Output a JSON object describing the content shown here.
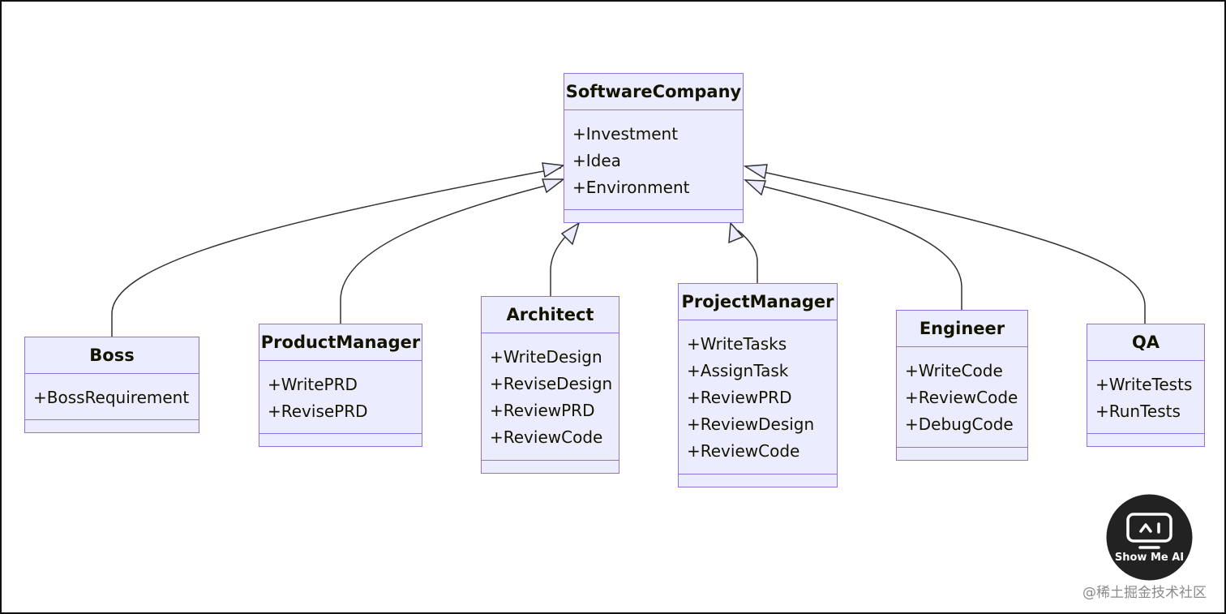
{
  "diagram": {
    "classes": [
      {
        "id": "SoftwareCompany",
        "name": "SoftwareCompany",
        "attributes": [
          "+Investment",
          "+Idea",
          "+Environment"
        ]
      },
      {
        "id": "Boss",
        "name": "Boss",
        "attributes": [
          "+BossRequirement"
        ]
      },
      {
        "id": "ProductManager",
        "name": "ProductManager",
        "attributes": [
          "+WritePRD",
          "+RevisePRD"
        ]
      },
      {
        "id": "Architect",
        "name": "Architect",
        "attributes": [
          "+WriteDesign",
          "+ReviseDesign",
          "+ReviewPRD",
          "+ReviewCode"
        ]
      },
      {
        "id": "ProjectManager",
        "name": "ProjectManager",
        "attributes": [
          "+WriteTasks",
          "+AssignTask",
          "+ReviewPRD",
          "+ReviewDesign",
          "+ReviewCode"
        ]
      },
      {
        "id": "Engineer",
        "name": "Engineer",
        "attributes": [
          "+WriteCode",
          "+ReviewCode",
          "+DebugCode"
        ]
      },
      {
        "id": "QA",
        "name": "QA",
        "attributes": [
          "+WriteTests",
          "+RunTests"
        ]
      }
    ],
    "relations": [
      {
        "from": "Boss",
        "to": "SoftwareCompany",
        "type": "inheritance"
      },
      {
        "from": "ProductManager",
        "to": "SoftwareCompany",
        "type": "inheritance"
      },
      {
        "from": "Architect",
        "to": "SoftwareCompany",
        "type": "inheritance"
      },
      {
        "from": "ProjectManager",
        "to": "SoftwareCompany",
        "type": "inheritance"
      },
      {
        "from": "Engineer",
        "to": "SoftwareCompany",
        "type": "inheritance"
      },
      {
        "from": "QA",
        "to": "SoftwareCompany",
        "type": "inheritance"
      }
    ],
    "colors": {
      "node_fill": "#ececff",
      "node_border": "#9370db",
      "edge": "#333333",
      "text": "#131300"
    }
  },
  "branding": {
    "logo_icon": "robot-face-icon",
    "logo_text": "Show Me AI",
    "watermark": "@稀土掘金技术社区"
  }
}
